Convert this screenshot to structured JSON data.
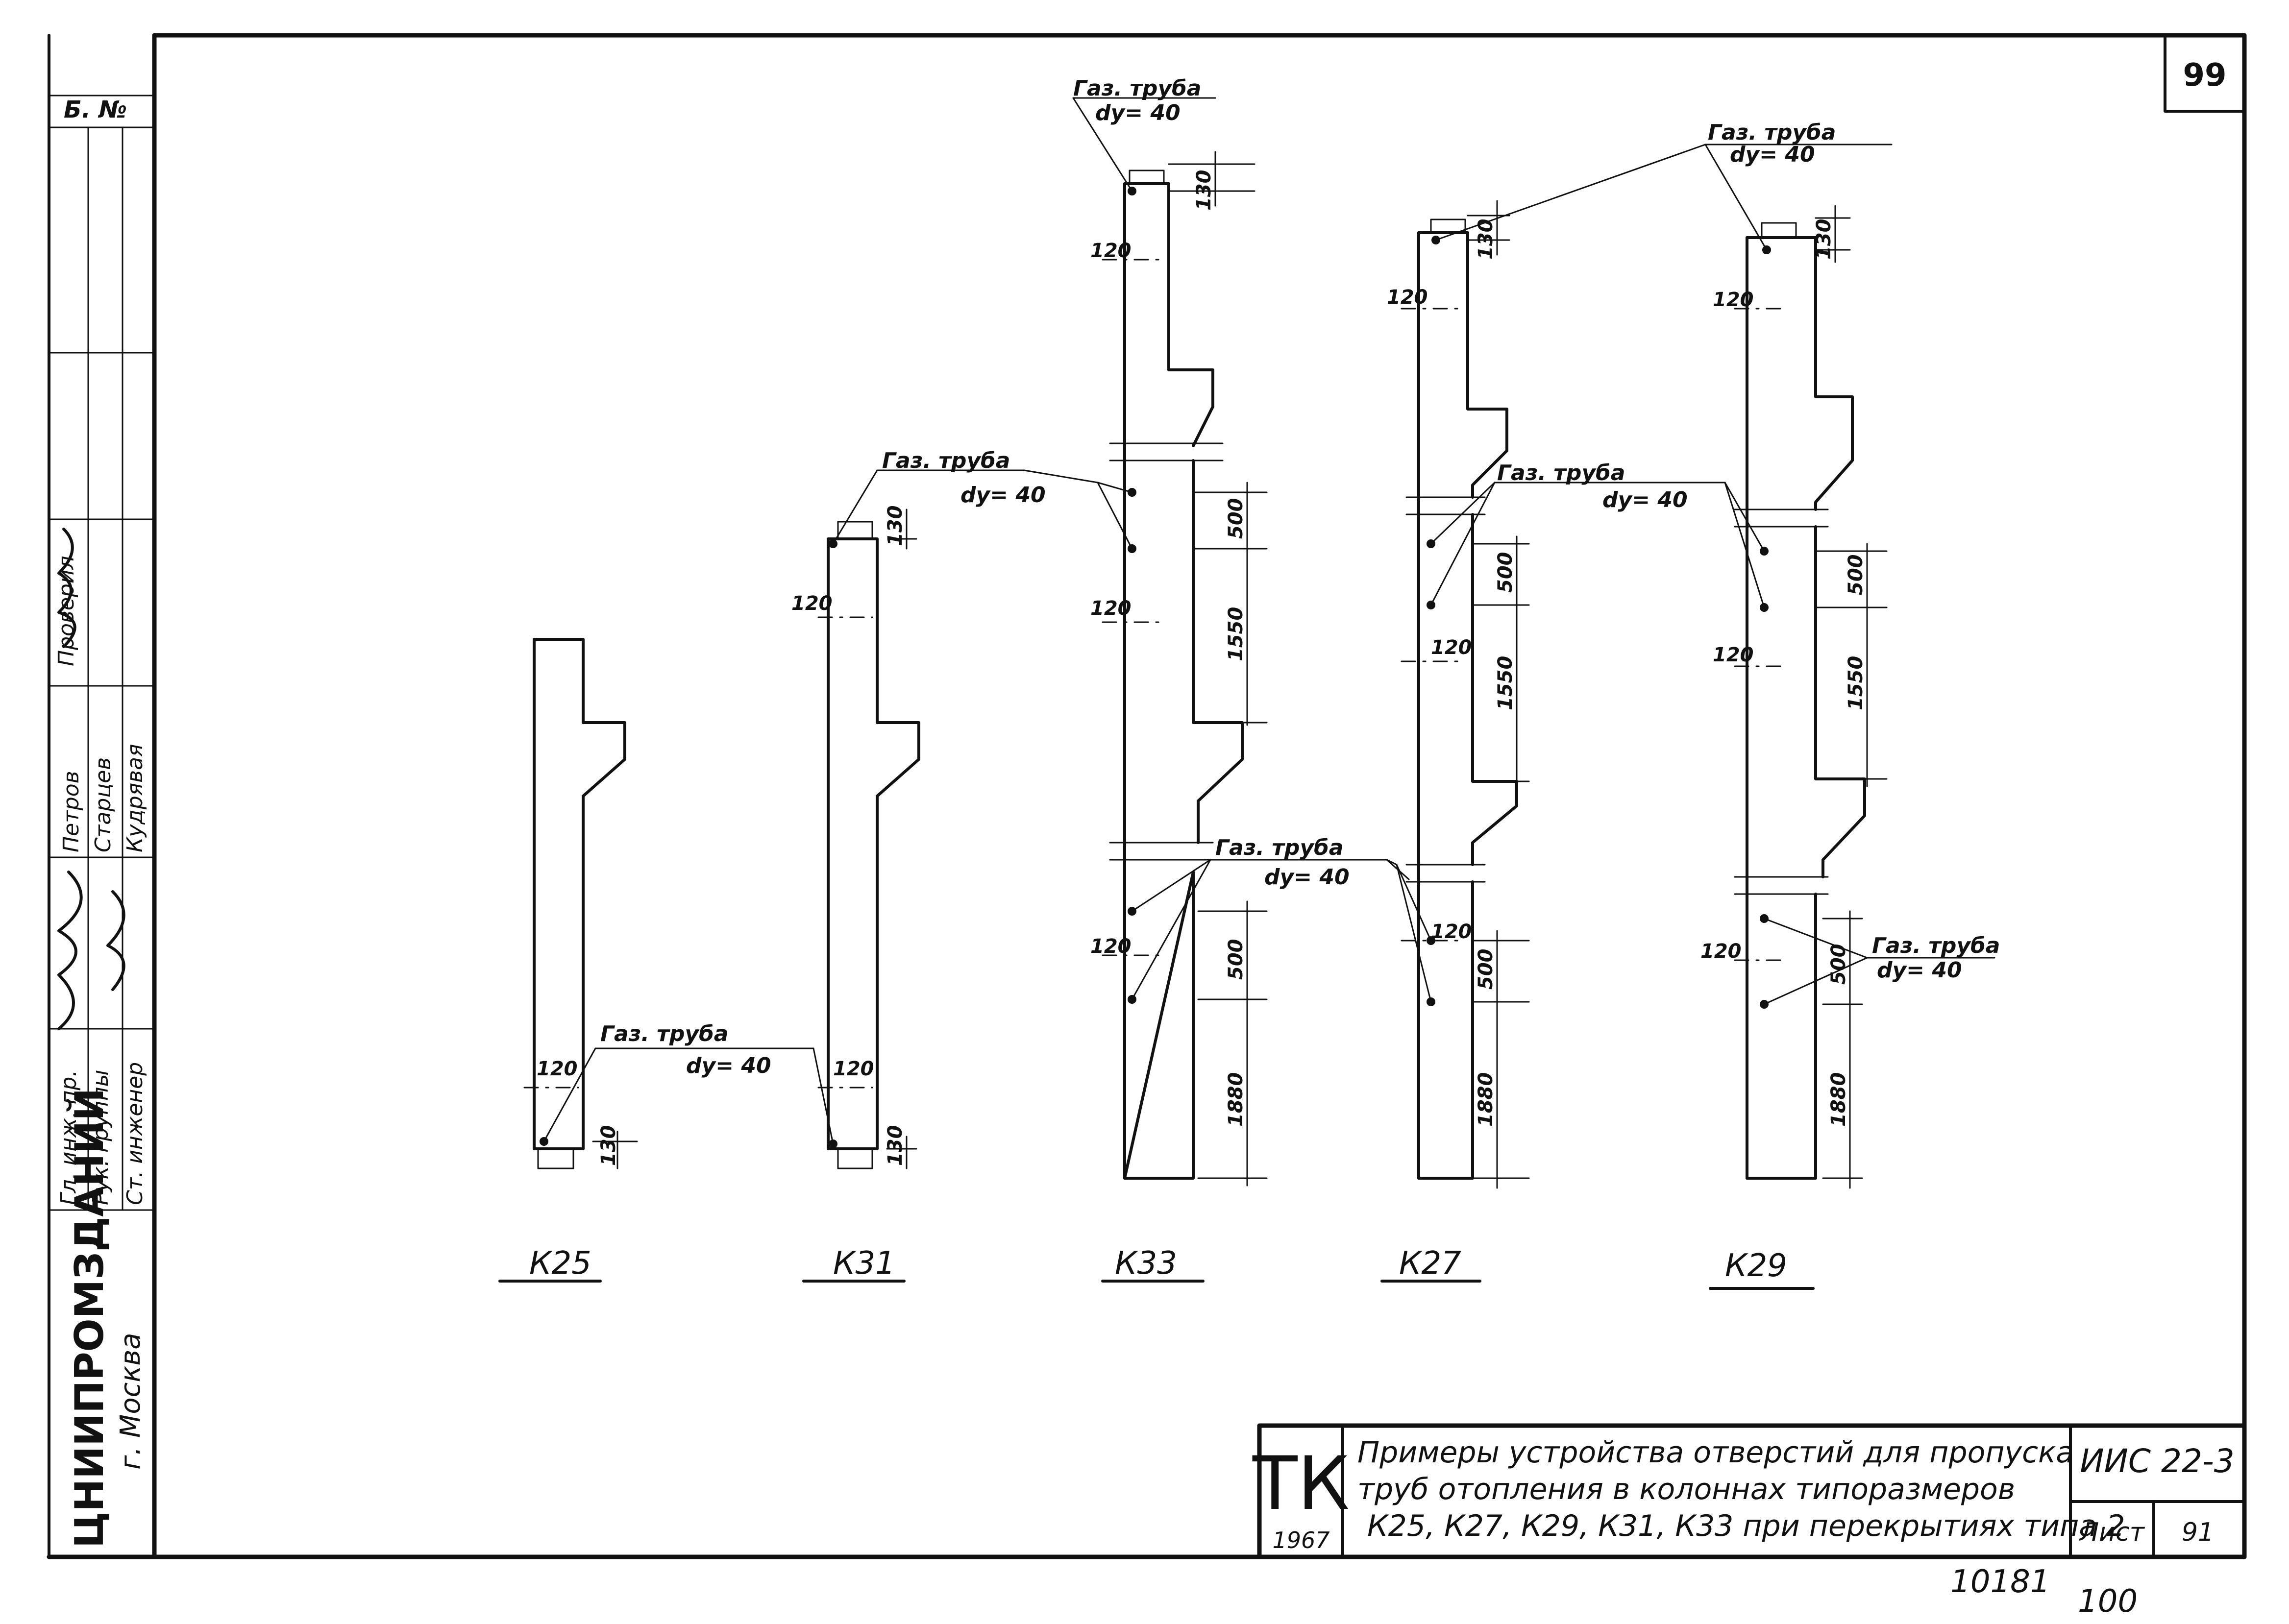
{
  "sheet": {
    "page_number": "99",
    "bottom_number_left": "10181",
    "bottom_number_right": "100"
  },
  "left_strip": {
    "archive_label": "Б. №",
    "org_name": "ЦНИИПРОМЗДАНИЙ",
    "org_city": "г. Москва",
    "roles": [
      "Гл. инж. пр.",
      "Рук. группы",
      "Ст. инженер"
    ],
    "names": [
      "Старцев",
      "Кудрявая"
    ],
    "fragment_top": "Проверил",
    "fragment_mid": "Петров"
  },
  "drawing": {
    "pipe_label": "Газ. труба",
    "pipe_dia": "dy= 40",
    "dims": {
      "d120": "120",
      "d130": "130",
      "d500": "500",
      "d1550": "1550",
      "d1880": "1880"
    },
    "columns": [
      {
        "name": "К25"
      },
      {
        "name": "К31"
      },
      {
        "name": "К33"
      },
      {
        "name": "К27"
      },
      {
        "name": "К29"
      }
    ]
  },
  "title_block": {
    "series": "ТК",
    "year": "1967",
    "title_line1": "Примеры устройства отверстий для пропуска",
    "title_line2": "труб отопления в колоннах типоразмеров",
    "title_line3": "К25, К27, К29, К31, К33 при перекрытиях типа 2",
    "doc_code": "ИИС 22-3",
    "sheet_label": "Лист",
    "sheet_number": "91"
  }
}
